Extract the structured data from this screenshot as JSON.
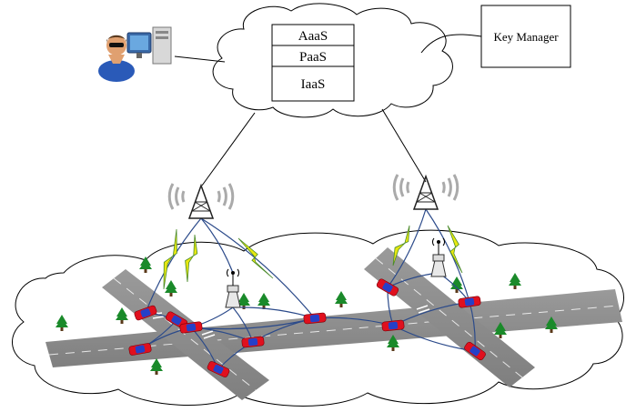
{
  "cloud_services": {
    "layers": [
      {
        "label": "AaaS"
      },
      {
        "label": "PaaS"
      },
      {
        "label": "IaaS"
      }
    ]
  },
  "key_manager": {
    "label": "Key Manager"
  },
  "icons": {
    "user": "user-at-computer-icon",
    "tower": "cell-tower-icon",
    "rsu": "roadside-unit-icon",
    "car": "car-icon",
    "tree": "tree-icon",
    "lightning": "wireless-link-icon"
  },
  "colors": {
    "road": "#8a8a8a",
    "car_body": "#e0101e",
    "car_roof": "#2540c8",
    "tree": "#1a8a2a",
    "vanet_link": "#2b4a8a",
    "wireless": "#e8e810",
    "wireless_outline": "#4a8a2a"
  }
}
